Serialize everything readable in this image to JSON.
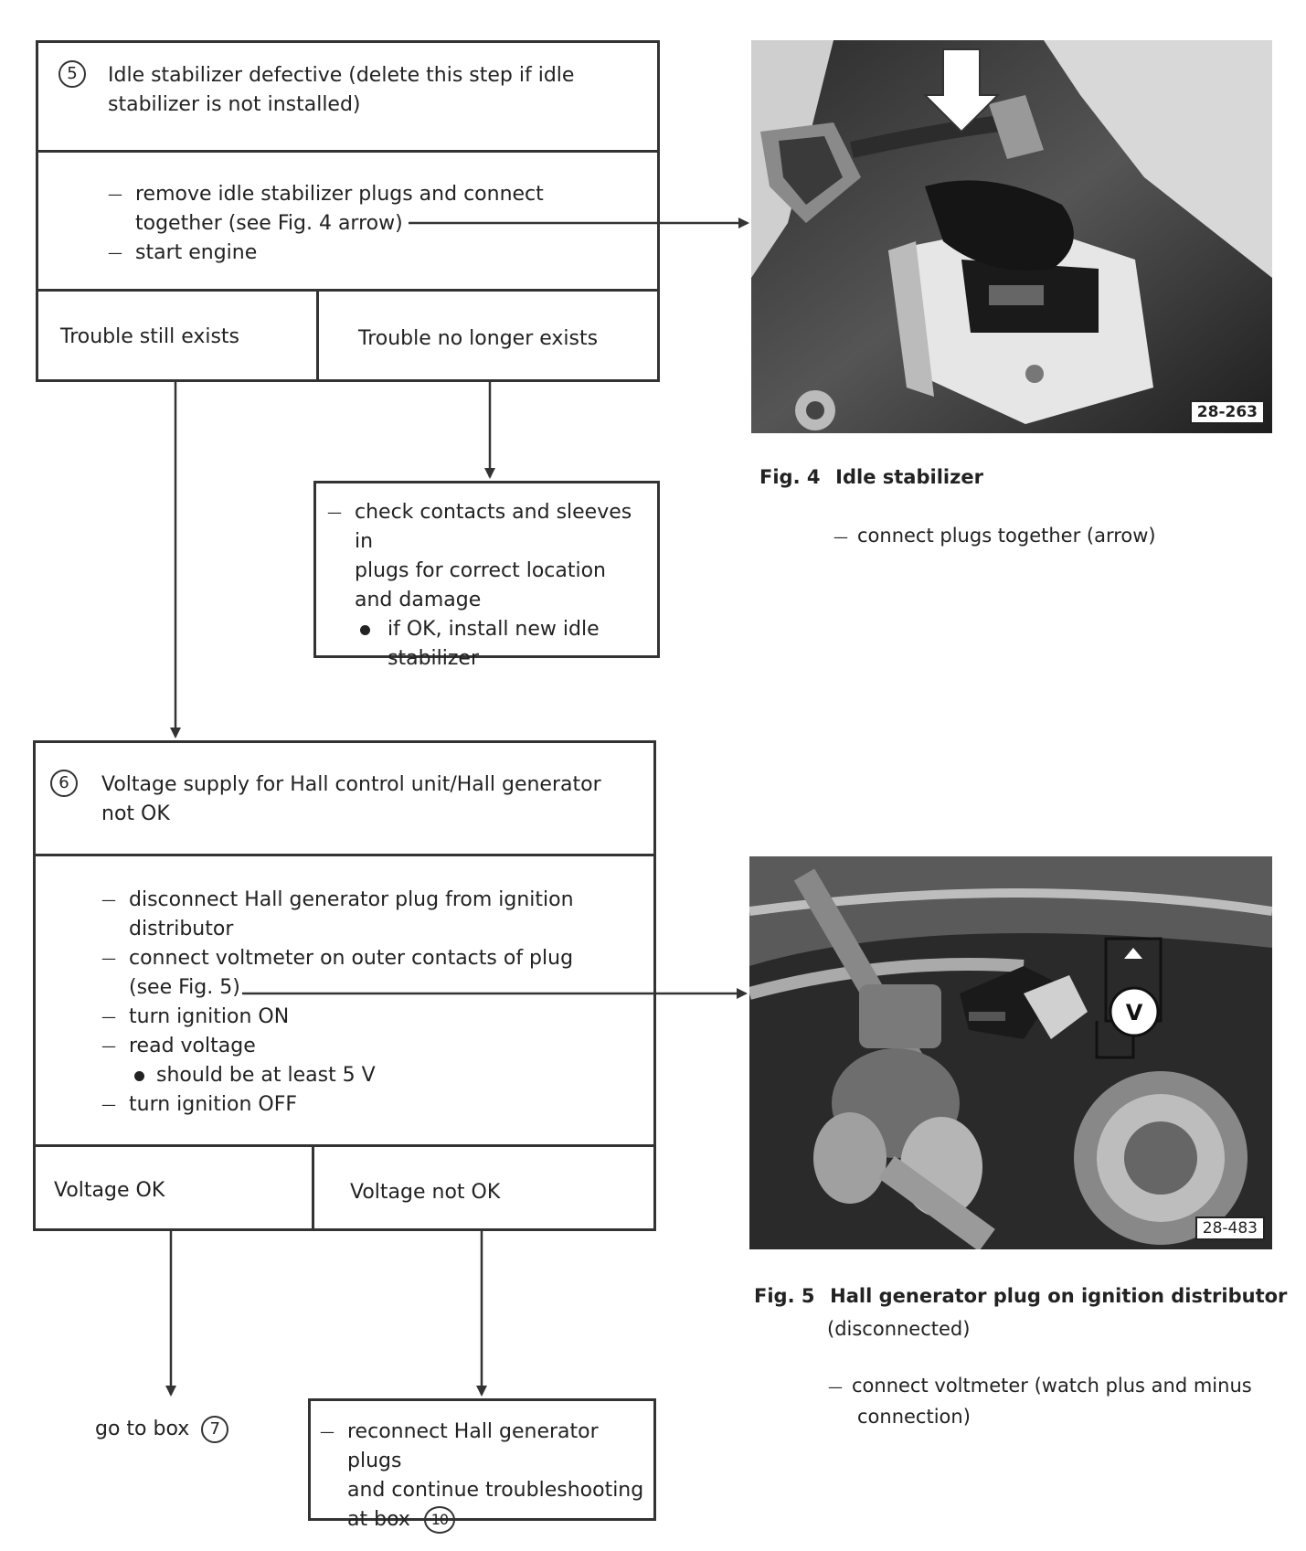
{
  "box5": {
    "number": "5",
    "title_line1": "Idle stabilizer defective (delete this step if idle",
    "title_line2": "stabilizer is not installed)",
    "steps": [
      "remove idle stabilizer plugs and connect",
      "together (see Fig. 4 arrow)",
      "start engine"
    ],
    "branch_left": "Trouble still exists",
    "branch_right": "Trouble no longer exists"
  },
  "box5_right": {
    "step_line1": "check contacts and sleeves in",
    "step_line2": "plugs for correct location",
    "step_line3": "and damage",
    "bullet_line1": "if OK, install new idle",
    "bullet_line2": "stabilizer"
  },
  "box6": {
    "number": "6",
    "title_line1": "Voltage supply for Hall control unit/Hall generator",
    "title_line2": "not OK",
    "steps": [
      "disconnect Hall generator plug from ignition",
      "distributor",
      "connect voltmeter on outer contacts of plug",
      "(see Fig. 5)",
      "turn ignition ON",
      "read voltage",
      "should be at least 5 V",
      "turn ignition OFF"
    ],
    "branch_left": "Voltage OK",
    "branch_right": "Voltage not OK"
  },
  "goto_box": {
    "text": "go to box",
    "number": "7"
  },
  "box6_right": {
    "line1": "reconnect Hall generator plugs",
    "line2": "and continue troubleshooting",
    "line3": "at box",
    "number": "10"
  },
  "fig4": {
    "number": "Fig. 4",
    "title": "Idle stabilizer",
    "tag": "28-263",
    "note": "connect plugs together (arrow)"
  },
  "fig5": {
    "number": "Fig. 5",
    "title": "Hall generator plug on ignition distributor",
    "subtitle": "(disconnected)",
    "tag": "28-483",
    "meter_symbol": "V",
    "note_line1": "connect voltmeter (watch plus and minus",
    "note_line2": "connection)"
  }
}
